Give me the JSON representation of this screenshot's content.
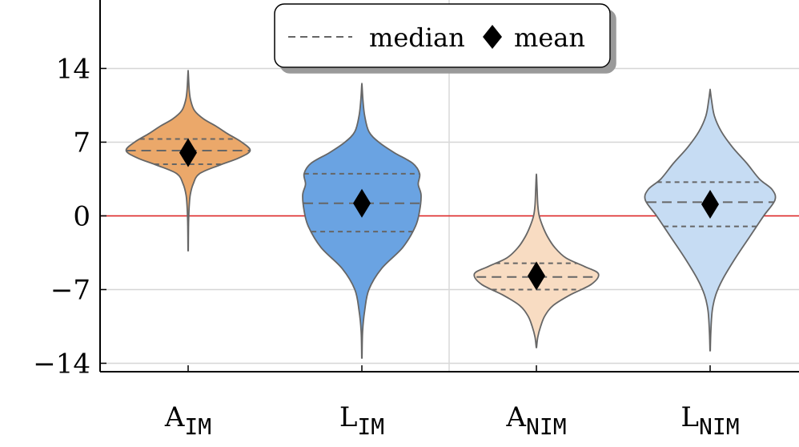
{
  "chart_data": {
    "type": "violin",
    "y_axis": {
      "ylim": [
        -14.8,
        20.5
      ],
      "ticks": [
        {
          "value": 14,
          "label": "14"
        },
        {
          "value": 7,
          "label": "7"
        },
        {
          "value": 0,
          "label": "0"
        },
        {
          "value": -7,
          "label": "−7"
        },
        {
          "value": -14,
          "label": "−14"
        }
      ],
      "grid": true
    },
    "reference_line": {
      "y": 0,
      "color": "#e02020"
    },
    "legend": {
      "position": "top-center",
      "median_label": "median",
      "mean_label": "mean"
    },
    "categories": [
      {
        "main": "A",
        "sub": "IM"
      },
      {
        "main": "L",
        "sub": "IM"
      },
      {
        "main": "A",
        "sub": "NIM"
      },
      {
        "main": "L",
        "sub": "NIM"
      }
    ],
    "series": [
      {
        "fill": "#eba86a",
        "min": -3.3,
        "max": 13.6,
        "q1": 4.9,
        "median": 6.2,
        "q3": 7.3,
        "mean": 6.0,
        "profile": [
          [
            -3.3,
            0.2
          ],
          [
            -1.0,
            0.5
          ],
          [
            0,
            0.9
          ],
          [
            1.0,
            1.6
          ],
          [
            2.0,
            3
          ],
          [
            3.0,
            7
          ],
          [
            4.0,
            16
          ],
          [
            4.8,
            44
          ],
          [
            5.5,
            72
          ],
          [
            6.2,
            88
          ],
          [
            7.0,
            76
          ],
          [
            7.8,
            56
          ],
          [
            8.5,
            40
          ],
          [
            9.2,
            22
          ],
          [
            10.0,
            9
          ],
          [
            11.0,
            3.5
          ],
          [
            12.0,
            1.5
          ],
          [
            13.6,
            0.2
          ]
        ]
      },
      {
        "fill": "#6aa3e2",
        "min": -13.5,
        "max": 12.4,
        "q1": -1.5,
        "median": 1.2,
        "q3": 4.0,
        "mean": 1.2,
        "profile": [
          [
            -13.5,
            0.2
          ],
          [
            -11.0,
            1
          ],
          [
            -9.0,
            4
          ],
          [
            -7.0,
            10
          ],
          [
            -5.0,
            28
          ],
          [
            -3.0,
            58
          ],
          [
            -1.0,
            76
          ],
          [
            0.5,
            82
          ],
          [
            2.0,
            84
          ],
          [
            3.0,
            80
          ],
          [
            4.0,
            82
          ],
          [
            5.0,
            72
          ],
          [
            6.0,
            46
          ],
          [
            7.0,
            24
          ],
          [
            8.0,
            10
          ],
          [
            9.5,
            4
          ],
          [
            11.0,
            1.5
          ],
          [
            12.4,
            0.2
          ]
        ]
      },
      {
        "fill": "#f8dcc2",
        "min": -12.5,
        "max": 3.8,
        "q1": -7.0,
        "median": -5.8,
        "q3": -4.5,
        "mean": -5.7,
        "profile": [
          [
            -12.5,
            0.2
          ],
          [
            -11.5,
            2
          ],
          [
            -10.5,
            6
          ],
          [
            -9.5,
            12
          ],
          [
            -8.5,
            24
          ],
          [
            -7.5,
            48
          ],
          [
            -6.5,
            78
          ],
          [
            -5.5,
            88
          ],
          [
            -4.8,
            68
          ],
          [
            -4.0,
            42
          ],
          [
            -3.0,
            26
          ],
          [
            -2.0,
            16
          ],
          [
            -1.0,
            9
          ],
          [
            0,
            4
          ],
          [
            1.0,
            2
          ],
          [
            2.5,
            1
          ],
          [
            3.8,
            0.2
          ]
        ]
      },
      {
        "fill": "#c6dcf3",
        "min": -12.8,
        "max": 11.9,
        "q1": -1.0,
        "median": 1.3,
        "q3": 3.2,
        "mean": 1.1,
        "profile": [
          [
            -12.8,
            0.2
          ],
          [
            -11.0,
            1
          ],
          [
            -9.0,
            3
          ],
          [
            -7.5,
            8
          ],
          [
            -6.0,
            18
          ],
          [
            -4.0,
            36
          ],
          [
            -2.0,
            56
          ],
          [
            0,
            76
          ],
          [
            1.5,
            92
          ],
          [
            2.5,
            88
          ],
          [
            3.5,
            70
          ],
          [
            5.0,
            52
          ],
          [
            6.5,
            32
          ],
          [
            8.0,
            16
          ],
          [
            9.5,
            6
          ],
          [
            11.0,
            2
          ],
          [
            11.9,
            0.2
          ]
        ]
      }
    ]
  }
}
